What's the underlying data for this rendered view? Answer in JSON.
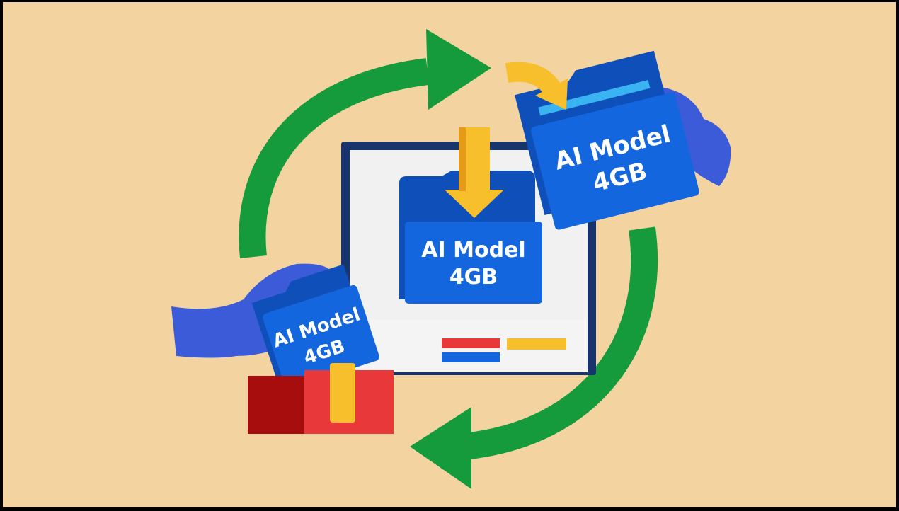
{
  "colors": {
    "background": "#f3d4a1",
    "cycle_arrow": "#159a3c",
    "folder_blue": "#1466de",
    "folder_blue_dark": "#0e4fba",
    "arrow_yellow": "#f7bf2b",
    "monitor_frame": "#18346d",
    "screen": "#f1f1f1",
    "box_red": "#e9383a",
    "glove": "#3b5bd8"
  },
  "icons": {
    "cycle": "cycle-arrows-icon",
    "monitor": "monitor-icon",
    "folder": "folder-icon",
    "download": "download-arrow-icon",
    "hand": "gloved-hand-icon",
    "box": "gift-box-icon"
  },
  "center_folder": {
    "line1": "AI Model",
    "line2": "4GB"
  },
  "right_folder": {
    "line1": "AI Model",
    "line2": "4GB"
  },
  "left_folder": {
    "line1": "AI Model",
    "line2": "4GB"
  }
}
